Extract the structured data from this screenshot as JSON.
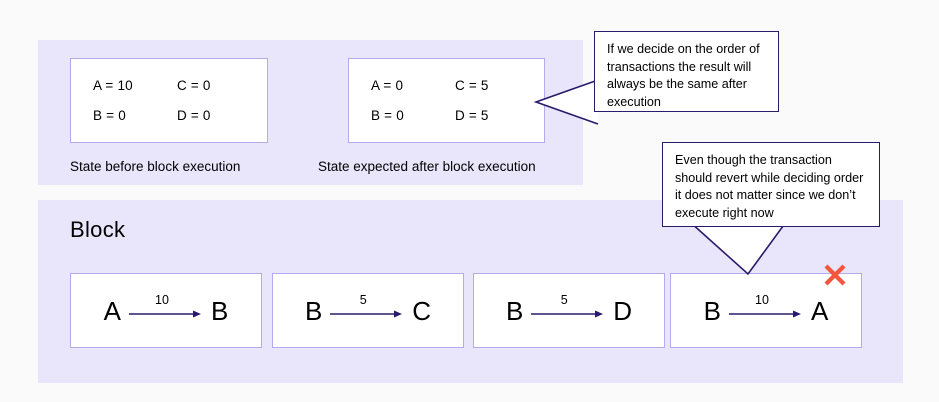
{
  "diagram": {
    "panels": {
      "state_panel_name": "state-summary-panel",
      "block_panel_title": "Block"
    },
    "state_before": {
      "caption": "State before block execution",
      "rows": [
        {
          "left": "A = 10",
          "right": "C = 0"
        },
        {
          "left": "B = 0",
          "right": "D = 0"
        }
      ]
    },
    "state_after": {
      "caption": "State expected after block execution",
      "rows": [
        {
          "left": "A = 0",
          "right": "C = 5"
        },
        {
          "left": "B = 0",
          "right": "D = 5"
        }
      ]
    },
    "transactions": [
      {
        "from": "A",
        "amount": "10",
        "to": "B",
        "rejected": false
      },
      {
        "from": "B",
        "amount": "5",
        "to": "C",
        "rejected": false
      },
      {
        "from": "B",
        "amount": "5",
        "to": "D",
        "rejected": false
      },
      {
        "from": "B",
        "amount": "10",
        "to": "A",
        "rejected": true
      }
    ],
    "callouts": [
      {
        "id": "order",
        "text": "If we decide on the order of transactions the result will always be the same after execution"
      },
      {
        "id": "revert",
        "text": "Even though the transaction should revert while deciding order it does not matter since we don’t execute right now"
      }
    ],
    "icons": {
      "reject": "red-x-icon",
      "arrow": "right-arrow-icon"
    },
    "colors": {
      "page_background": "#fafafa",
      "panel_background": "#e9e6fb",
      "box_background": "#ffffff",
      "box_border": "#b4aaee",
      "callout_border": "#2a1a6b",
      "arrow": "#2a1a6b",
      "reject": "#f4553d",
      "text": "#000000"
    }
  }
}
